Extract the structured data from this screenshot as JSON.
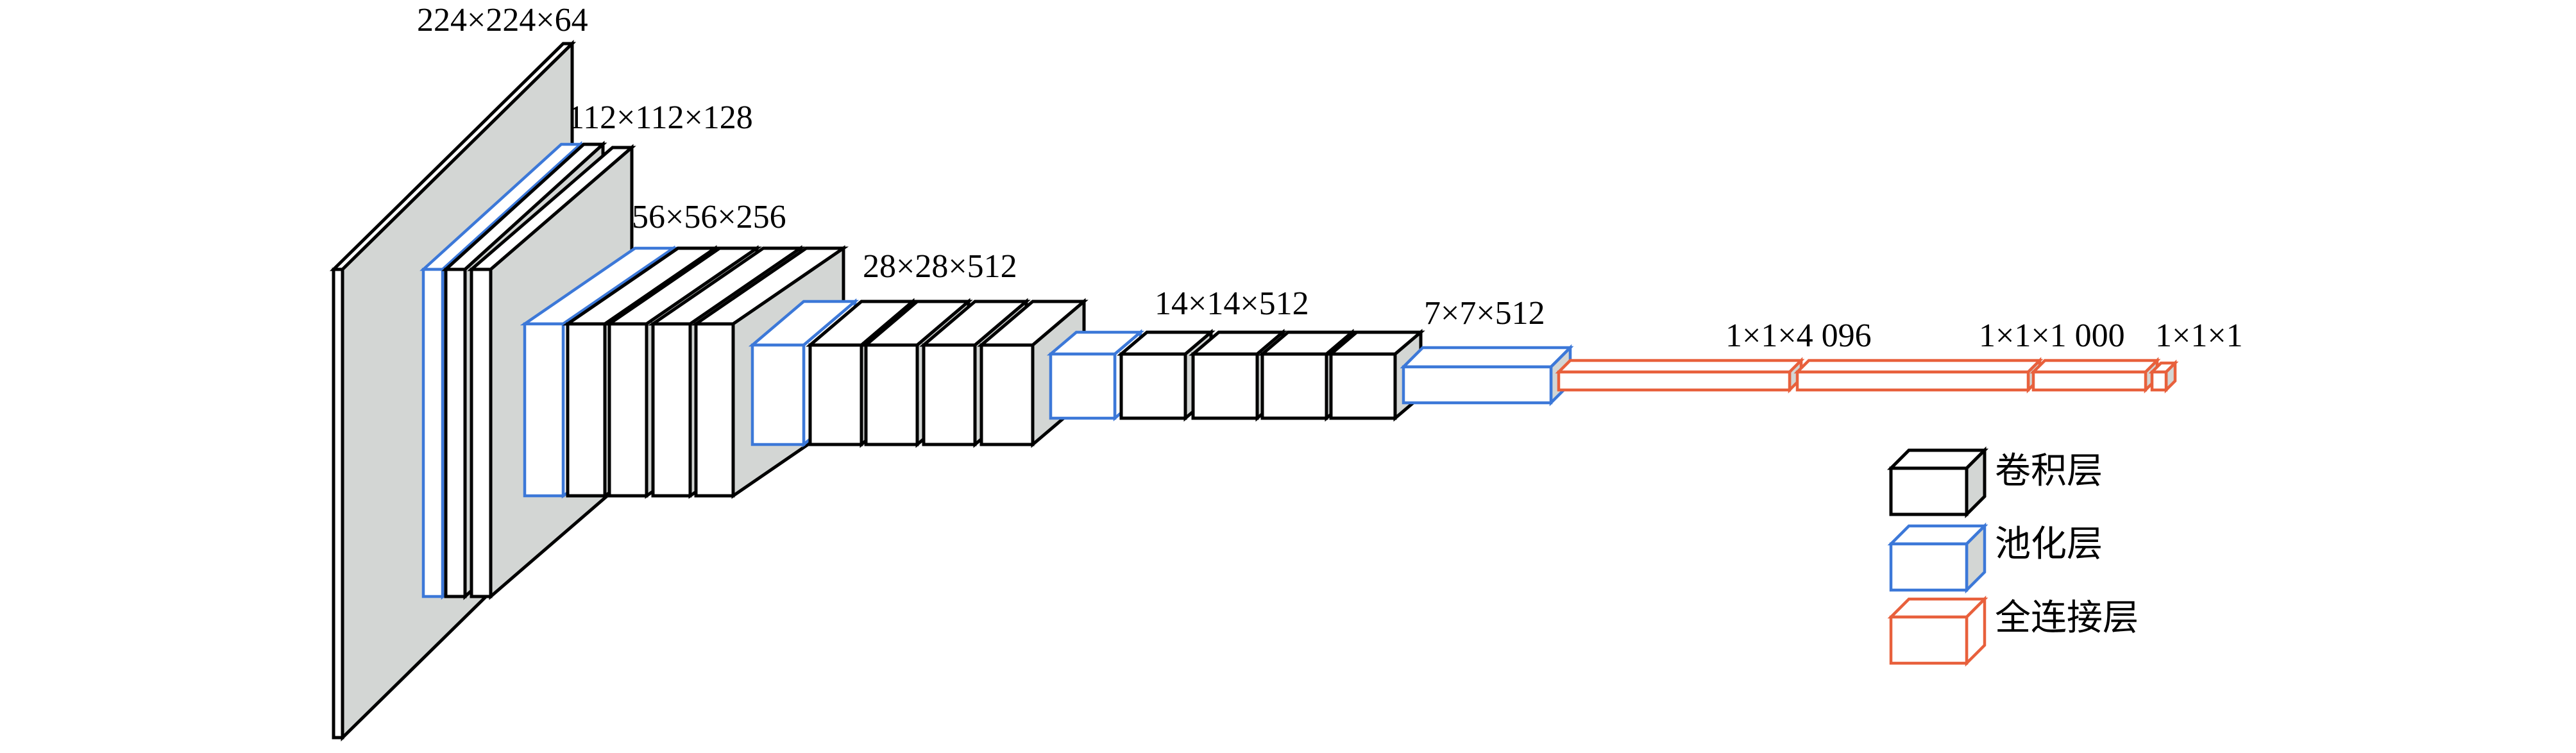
{
  "labels": {
    "d224": "224×224×64",
    "d112": "112×112×128",
    "d56": "56×56×256",
    "d28": "28×28×512",
    "d14": "14×14×512",
    "d7": "7×7×512",
    "fc1": "1×1×4 096",
    "fc2": "1×1×1 000",
    "fc3": "1×1×1"
  },
  "legend": {
    "conv": "卷积层",
    "pool": "池化层",
    "fc": "全连接层"
  },
  "colors": {
    "conv": "#000000",
    "pool": "#3c78d8",
    "fc": "#e8603c",
    "side": "#d3d6d4",
    "face": "#ffffff"
  }
}
